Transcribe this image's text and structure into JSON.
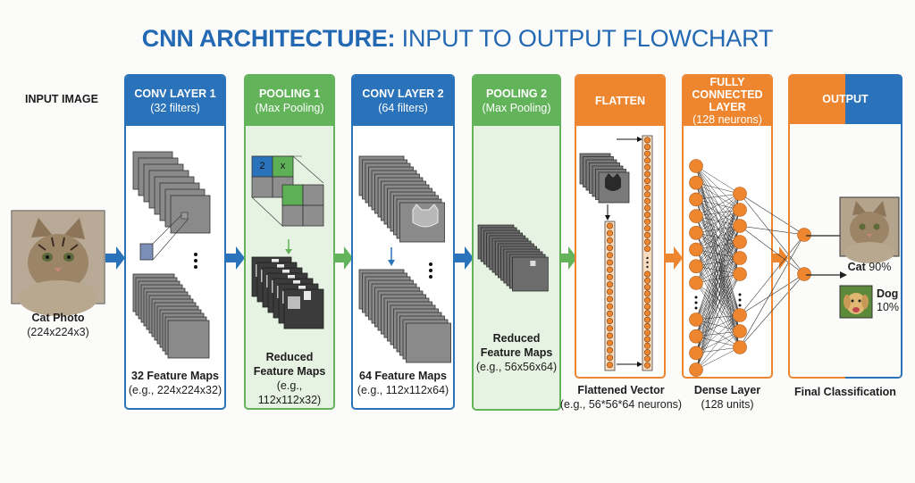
{
  "title": {
    "bold": "CNN ARCHITECTURE:",
    "rest": "INPUT TO OUTPUT FLOWCHART",
    "color": "#2368b2"
  },
  "colors": {
    "blue": "#2a73ba",
    "green": "#62b35a",
    "orange": "#ee8630",
    "green_fill": "#e6f2e2"
  },
  "input": {
    "label": "INPUT IMAGE",
    "image_icon": "cat-photo",
    "caption": "Cat Photo",
    "dims": "(224x224x3)"
  },
  "stages": [
    {
      "id": "conv1",
      "title": "CONV LAYER 1",
      "subtitle": "(32 filters)",
      "caption": "32 Feature Maps",
      "detail": "(e.g., 224x224x32)",
      "color": "blue"
    },
    {
      "id": "pool1",
      "title": "POOLING 1",
      "subtitle": "(Max Pooling)",
      "caption_line1": "Reduced",
      "caption_line2": "Feature Maps",
      "detail": "(e.g., 112x112x32)",
      "color": "green",
      "grid_values": [
        "2",
        "x"
      ]
    },
    {
      "id": "conv2",
      "title": "CONV LAYER 2",
      "subtitle": "(64 filters)",
      "caption": "64 Feature Maps",
      "detail": "(e.g., 112x112x64)",
      "color": "blue"
    },
    {
      "id": "pool2",
      "title": "POOLING 2",
      "subtitle": "(Max Pooling)",
      "caption_line1": "Reduced",
      "caption_line2": "Feature Maps",
      "detail": "(e.g., 56x56x64)",
      "color": "green"
    },
    {
      "id": "flatten",
      "title": "FLATTEN",
      "caption": "Flattened Vector",
      "detail": "(e.g., 56*56*64 neurons)",
      "color": "orange"
    },
    {
      "id": "fc",
      "title_line1": "FULLY",
      "title_line2": "CONNECTED LAYER",
      "subtitle": "(128 neurons)",
      "caption": "Dense Layer",
      "detail": "(128 units)",
      "color": "orange"
    },
    {
      "id": "output",
      "title": "OUTPUT",
      "caption": "Final Classification",
      "color": "orange/blue"
    }
  ],
  "output": {
    "classes": [
      {
        "label": "Cat",
        "prob": "90%",
        "icon": "cat-photo"
      },
      {
        "label": "Dog",
        "prob": "10%",
        "icon": "dog-photo"
      }
    ]
  }
}
